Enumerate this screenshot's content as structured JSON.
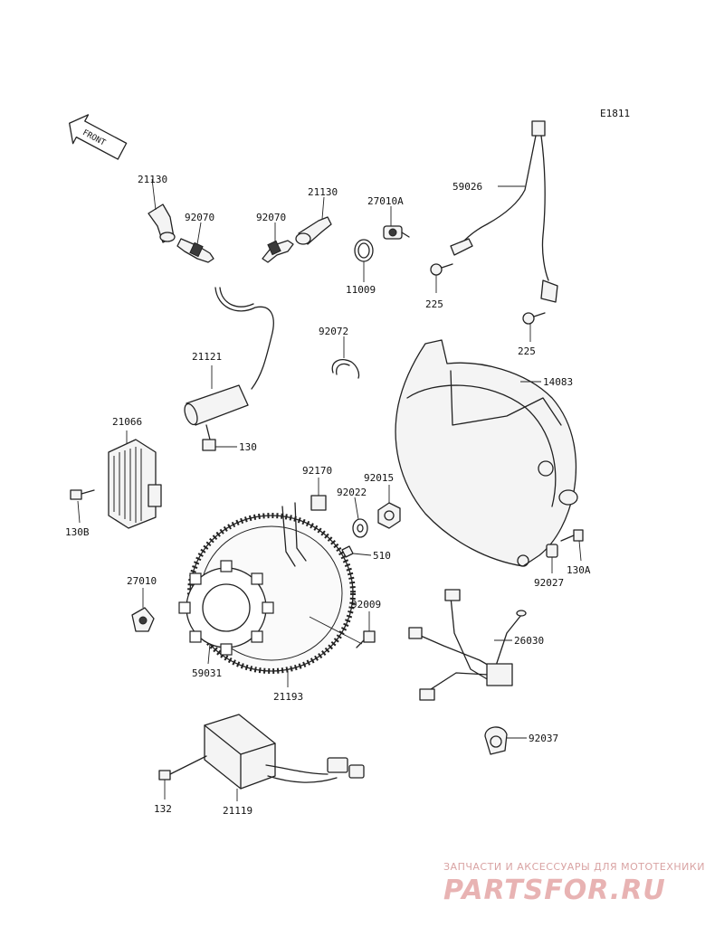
{
  "diagram_code": "E1811",
  "front_arrow_text": "FRONT",
  "parts": [
    {
      "id": "p21130a",
      "label": "21130"
    },
    {
      "id": "p92070a",
      "label": "92070"
    },
    {
      "id": "p92070b",
      "label": "92070"
    },
    {
      "id": "p21130b",
      "label": "21130"
    },
    {
      "id": "p27010A",
      "label": "27010A"
    },
    {
      "id": "p11009",
      "label": "11009"
    },
    {
      "id": "p59026",
      "label": "59026"
    },
    {
      "id": "p225a",
      "label": "225"
    },
    {
      "id": "p225b",
      "label": "225"
    },
    {
      "id": "p92072",
      "label": "92072"
    },
    {
      "id": "p21121",
      "label": "21121"
    },
    {
      "id": "p130",
      "label": "130"
    },
    {
      "id": "p14083",
      "label": "14083"
    },
    {
      "id": "p21066",
      "label": "21066"
    },
    {
      "id": "p130B",
      "label": "130B"
    },
    {
      "id": "p92170",
      "label": "92170"
    },
    {
      "id": "p92015",
      "label": "92015"
    },
    {
      "id": "p92022",
      "label": "92022"
    },
    {
      "id": "p510",
      "label": "510"
    },
    {
      "id": "p130A",
      "label": "130A"
    },
    {
      "id": "p92027",
      "label": "92027"
    },
    {
      "id": "p27010",
      "label": "27010"
    },
    {
      "id": "p92009",
      "label": "92009"
    },
    {
      "id": "p26030",
      "label": "26030"
    },
    {
      "id": "p59031",
      "label": "59031"
    },
    {
      "id": "p21193",
      "label": "21193"
    },
    {
      "id": "p92037",
      "label": "92037"
    },
    {
      "id": "p132",
      "label": "132"
    },
    {
      "id": "p21119",
      "label": "21119"
    }
  ],
  "watermark": {
    "tagline": "ЗАПЧАСТИ И АКСЕССУАРЫ ДЛЯ МОТОТЕХНИКИ",
    "brand": "PARTSFOR.RU"
  }
}
